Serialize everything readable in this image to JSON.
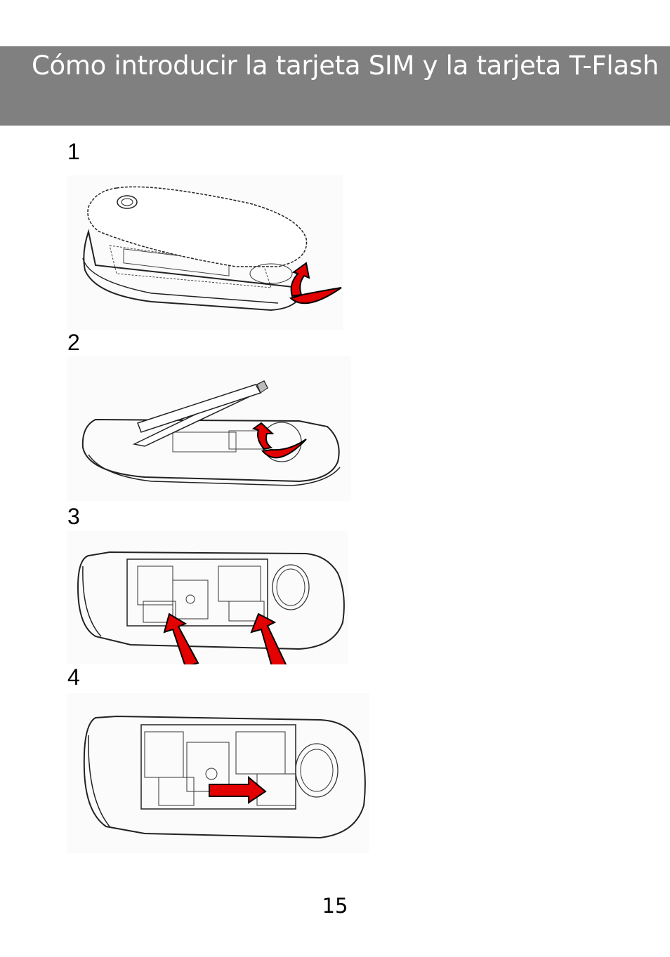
{
  "header": {
    "title": "Cómo introducir la tarjeta SIM y la tarjeta T-Flash"
  },
  "steps": [
    {
      "number": "1",
      "illustration": "remove-back-cover"
    },
    {
      "number": "2",
      "illustration": "remove-battery"
    },
    {
      "number": "3",
      "illustration": "insert-sim-cards"
    },
    {
      "number": "4",
      "illustration": "insert-tflash-card"
    }
  ],
  "arrow_color": "#e30000",
  "page_number": "15"
}
